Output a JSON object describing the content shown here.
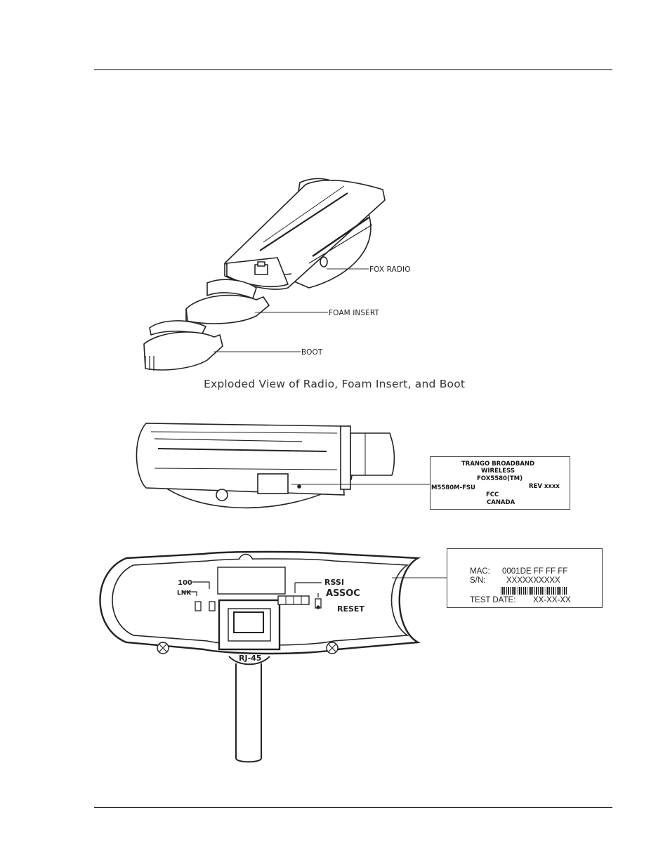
{
  "figure1": {
    "labels": {
      "fox_radio": "FOX RADIO",
      "foam_insert": "FOAM INSERT",
      "boot": "BOOT"
    },
    "caption": "Exploded View of Radio, Foam Insert, and Boot"
  },
  "figure2": {
    "fcc_label": {
      "line1": "TRANGO BROADBAND",
      "line2": "WIRELESS",
      "line3": "FOX5580(TM)",
      "model": "M5580M-FSU",
      "rev": "REV xxxx",
      "fcc": "FCC",
      "canada": "CANADA"
    }
  },
  "figure3": {
    "panel_labels": {
      "lnk_100": "100",
      "lnk": "LNK",
      "rssi": "RSSI",
      "assoc": "ASSOC",
      "reset": "RESET",
      "rj45": "RJ-45"
    },
    "mac_label": {
      "mac_key": "MAC:",
      "mac_value": "0001DE FF FF FF",
      "sn_key": "S/N:",
      "sn_value": "XXXXXXXXXX",
      "test_key": "TEST DATE:",
      "test_value": "XX-XX-XX"
    }
  }
}
